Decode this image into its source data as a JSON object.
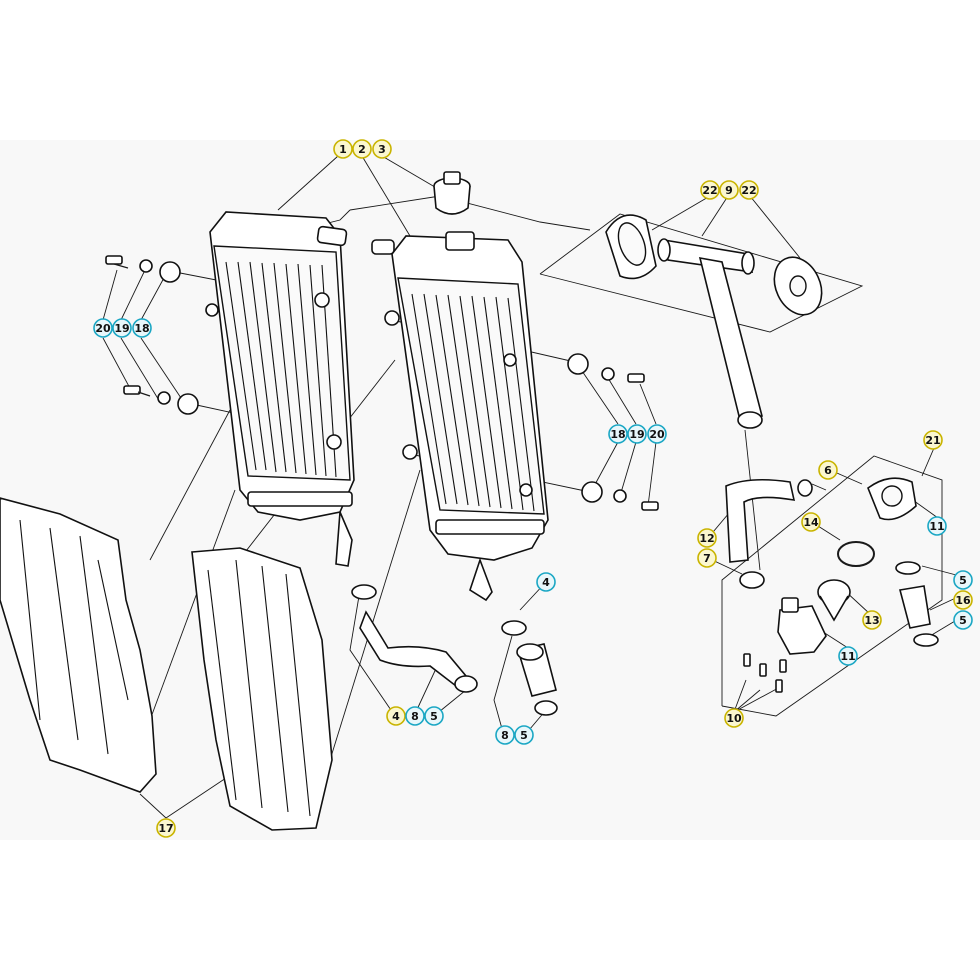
{
  "colors": {
    "yellow_ring": "#c9b400",
    "yellow_fill": "#fbf7cf",
    "cyan_ring": "#1ba7c4",
    "cyan_fill": "#e8f7fb",
    "line": "#1a1a1a"
  },
  "callouts": [
    {
      "id": "c1",
      "label": "1",
      "style": "yellow"
    },
    {
      "id": "c2",
      "label": "2",
      "style": "yellow"
    },
    {
      "id": "c3",
      "label": "3",
      "style": "yellow"
    },
    {
      "id": "c22a",
      "label": "22",
      "style": "yellow"
    },
    {
      "id": "c9",
      "label": "9",
      "style": "yellow"
    },
    {
      "id": "c22b",
      "label": "22",
      "style": "yellow"
    },
    {
      "id": "c20a",
      "label": "20",
      "style": "cyan"
    },
    {
      "id": "c19a",
      "label": "19",
      "style": "cyan"
    },
    {
      "id": "c18a",
      "label": "18",
      "style": "cyan"
    },
    {
      "id": "c18b",
      "label": "18",
      "style": "cyan"
    },
    {
      "id": "c19b",
      "label": "19",
      "style": "cyan"
    },
    {
      "id": "c20b",
      "label": "20",
      "style": "cyan"
    },
    {
      "id": "c21",
      "label": "21",
      "style": "yellow"
    },
    {
      "id": "c6",
      "label": "6",
      "style": "yellow"
    },
    {
      "id": "c11a",
      "label": "11",
      "style": "cyan"
    },
    {
      "id": "c14",
      "label": "14",
      "style": "yellow"
    },
    {
      "id": "c12",
      "label": "12",
      "style": "yellow"
    },
    {
      "id": "c7",
      "label": "7",
      "style": "yellow"
    },
    {
      "id": "c5a",
      "label": "5",
      "style": "cyan"
    },
    {
      "id": "c16",
      "label": "16",
      "style": "yellow"
    },
    {
      "id": "c5b",
      "label": "5",
      "style": "cyan"
    },
    {
      "id": "c13",
      "label": "13",
      "style": "yellow"
    },
    {
      "id": "c11b",
      "label": "11",
      "style": "cyan"
    },
    {
      "id": "c10",
      "label": "10",
      "style": "yellow"
    },
    {
      "id": "c4a",
      "label": "4",
      "style": "yellow"
    },
    {
      "id": "c4b",
      "label": "4",
      "style": "cyan"
    },
    {
      "id": "c8a",
      "label": "8",
      "style": "cyan"
    },
    {
      "id": "c5c",
      "label": "5",
      "style": "cyan"
    },
    {
      "id": "c8b",
      "label": "8",
      "style": "cyan"
    },
    {
      "id": "c5d",
      "label": "5",
      "style": "cyan"
    },
    {
      "id": "c17",
      "label": "17",
      "style": "yellow"
    }
  ]
}
